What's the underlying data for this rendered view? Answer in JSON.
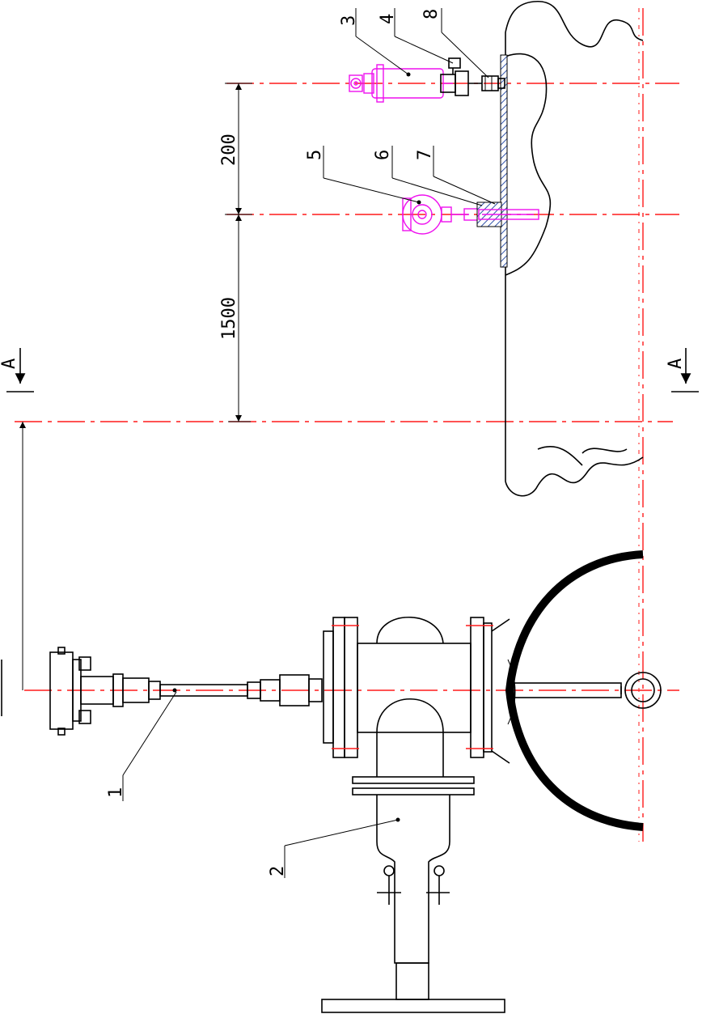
{
  "dimensions": {
    "d1": "200",
    "d2": "1500"
  },
  "section_marks": {
    "left": "A",
    "right": "A"
  },
  "callouts": [
    "1",
    "2",
    "3",
    "4",
    "5",
    "6",
    "7",
    "8"
  ],
  "colors": {
    "centerline": "#ff1a1a",
    "instrument": "#ee11ee",
    "outline": "#000000",
    "hatch": "#3355aa"
  }
}
